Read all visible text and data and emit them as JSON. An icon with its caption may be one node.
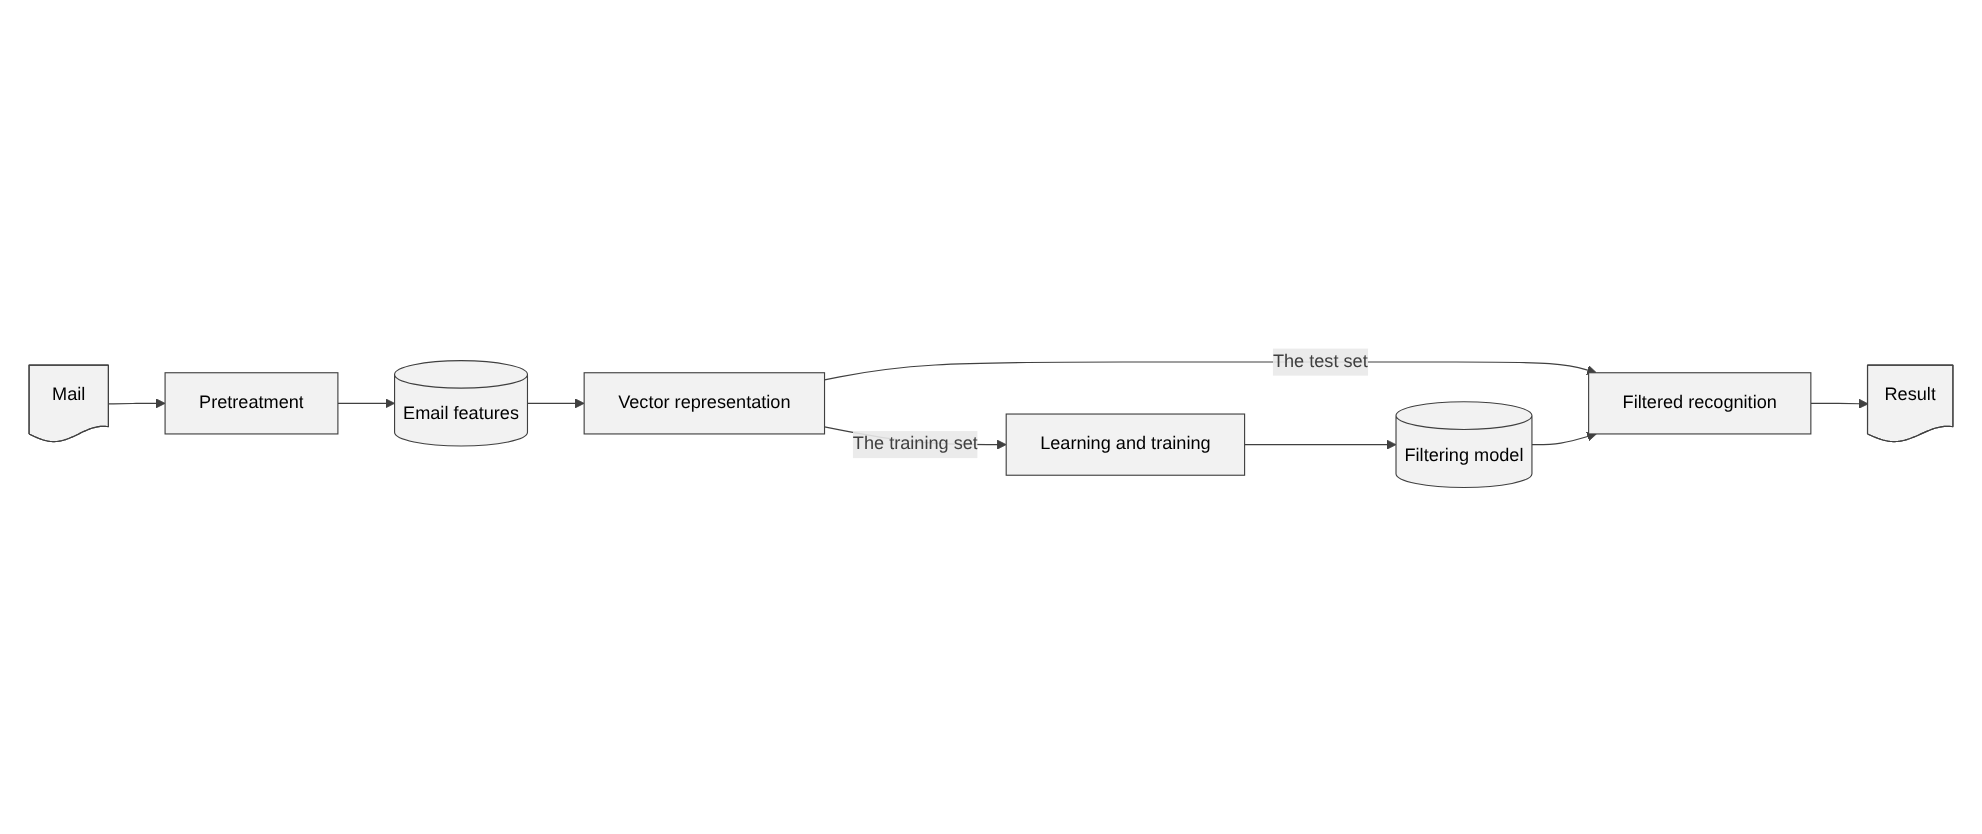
{
  "diagram": {
    "nodes": [
      {
        "text": [
          "Mail"
        ]
      },
      {
        "text": [
          "Pretreatment"
        ]
      },
      {
        "text": [
          "Email features"
        ]
      },
      {
        "text": [
          "Vector representation"
        ]
      },
      {
        "text": [
          "Learning and training"
        ]
      },
      {
        "text": [
          "Filtering model"
        ]
      },
      {
        "text": [
          "Filtered recognition"
        ]
      },
      {
        "text": [
          "Result"
        ]
      }
    ],
    "edges": [
      {
        "from": 0,
        "to": 1,
        "arrow": "to"
      },
      {
        "from": 1,
        "to": 2,
        "arrow": "to"
      },
      {
        "from": 2,
        "to": 3,
        "arrow": "to"
      },
      {
        "from": 3,
        "to": 4,
        "arrow": "to",
        "label": "The training set"
      },
      {
        "from": 3,
        "to": 6,
        "arrow": "to",
        "label": "The test set"
      },
      {
        "from": 4,
        "to": 5,
        "arrow": "to"
      },
      {
        "from": 5,
        "to": 6,
        "arrow": "to"
      },
      {
        "from": 6,
        "to": 7,
        "arrow": "to"
      }
    ]
  }
}
